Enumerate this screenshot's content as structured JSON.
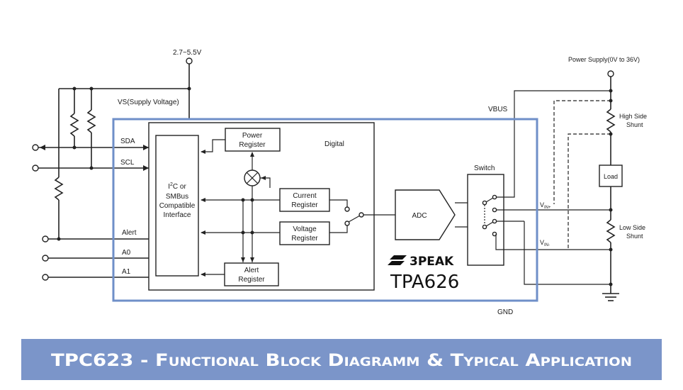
{
  "diagram": {
    "supply_label": "2.7~5.5V",
    "vs_label": "VS(Supply Voltage)",
    "power_supply_label": "Power Supply(0V to 36V)",
    "vbus_label": "VBUS",
    "digital_label": "Digital",
    "power_register": [
      "Power",
      "Register"
    ],
    "current_register": [
      "Current",
      "Register"
    ],
    "voltage_register": [
      "Voltage",
      "Register"
    ],
    "alert_register": [
      "Alert",
      "Register"
    ],
    "interface": [
      "C or",
      "SMBus",
      "Compatible",
      "Interface"
    ],
    "interface_i": "I",
    "interface_sup": "2",
    "adc_label": "ADC",
    "switch_label": "Switch",
    "high_side_shunt": [
      "High Side",
      "Shunt"
    ],
    "low_side_shunt": [
      "Low Side",
      "Shunt"
    ],
    "load_label": "Load",
    "vin_plus": "V",
    "vin_plus_sub": "IN+",
    "vin_minus": "V",
    "vin_minus_sub": "IN-",
    "gnd_label": "GND",
    "pins": {
      "sda": "SDA",
      "scl": "SCL",
      "alert": "Alert",
      "a0": "A0",
      "a1": "A1"
    }
  },
  "overlay": {
    "brand_logo": "3PEAK",
    "model": "TPA626",
    "accent": "#6f8fc8"
  },
  "banner": {
    "title": "TPC623 - Functional Block Diagramm & Typical Application",
    "color": "#7b95c9"
  }
}
